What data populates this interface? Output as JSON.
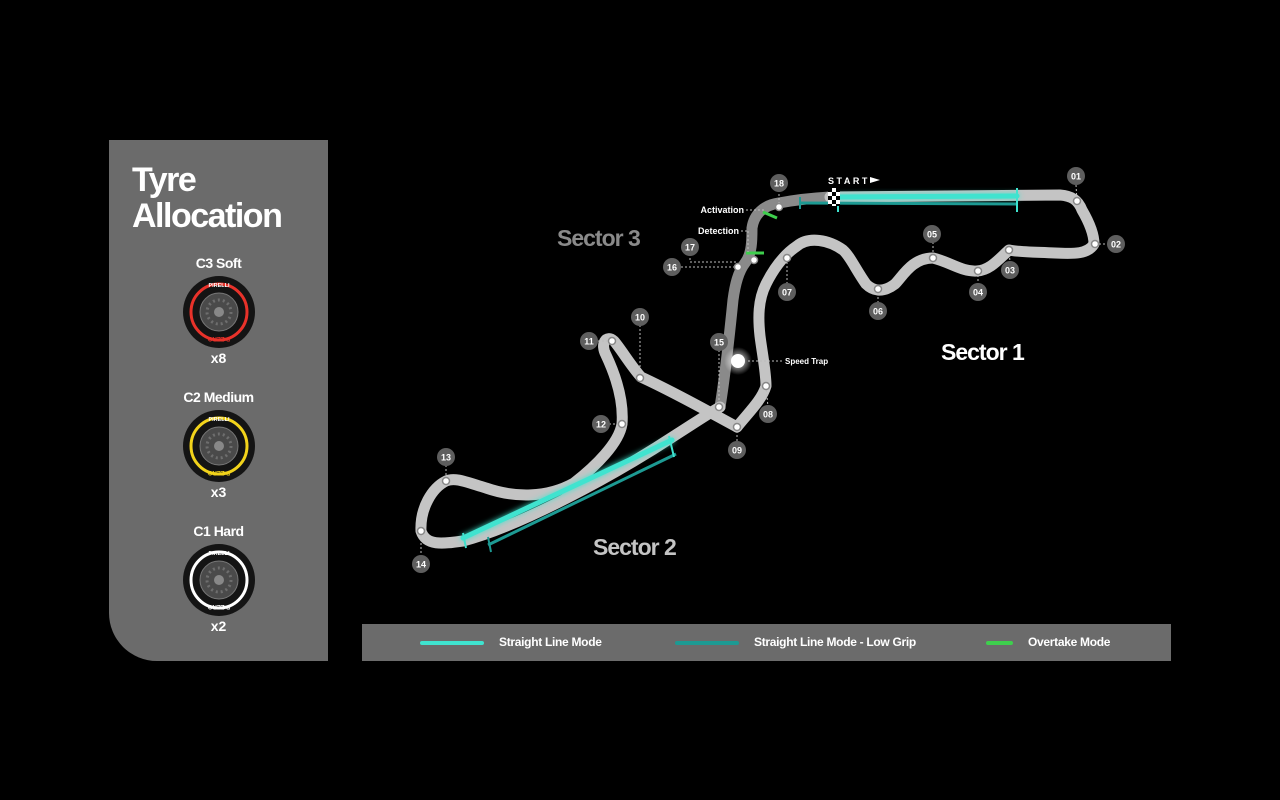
{
  "panel": {
    "title_line1": "Tyre",
    "title_line2": "Allocation",
    "tyres": [
      {
        "name": "C3 Soft",
        "count": "x8",
        "color": "#e8322a",
        "icon": "soft-tyre-icon"
      },
      {
        "name": "C2 Medium",
        "count": "x3",
        "color": "#f2d31b",
        "icon": "medium-tyre-icon"
      },
      {
        "name": "C1 Hard",
        "count": "x2",
        "color": "#ffffff",
        "icon": "hard-tyre-icon"
      }
    ],
    "tyre_brand": "PIRELLI",
    "tyre_model": "P ZERO"
  },
  "map": {
    "sectors": {
      "s1": "Sector 1",
      "s2": "Sector 2",
      "s3": "Sector 3"
    },
    "start_label": "START",
    "activation_label": "Activation",
    "detection_label": "Detection",
    "speed_trap_label": "Speed Trap",
    "turns": [
      "01",
      "02",
      "03",
      "04",
      "05",
      "06",
      "07",
      "08",
      "09",
      "10",
      "11",
      "12",
      "13",
      "14",
      "15",
      "16",
      "17",
      "18"
    ]
  },
  "legend": {
    "straight_line_mode": "Straight Line Mode",
    "straight_line_low_grip": "Straight Line Mode - Low Grip",
    "overtake_mode": "Overtake Mode"
  },
  "colors": {
    "straight_line_mode": "#3fe3cf",
    "straight_line_low_grip": "#1d9a93",
    "overtake_mode": "#3ecf4d",
    "track": "#c4c4c4",
    "track_sector3": "#8a8a8a",
    "panel": "#6b6b6b"
  }
}
